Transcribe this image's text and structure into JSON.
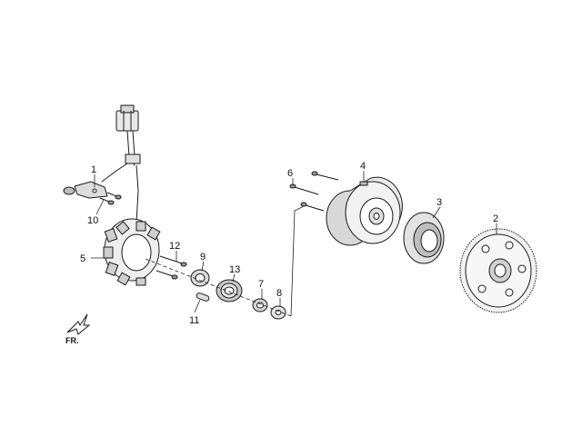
{
  "callouts": {
    "c1": "1",
    "c2": "2",
    "c3": "3",
    "c4": "4",
    "c5": "5",
    "c6": "6",
    "c7": "7",
    "c8": "8",
    "c9": "9",
    "c10": "10",
    "c11": "11",
    "c12": "12",
    "c13": "13"
  },
  "direction_label": "FR."
}
